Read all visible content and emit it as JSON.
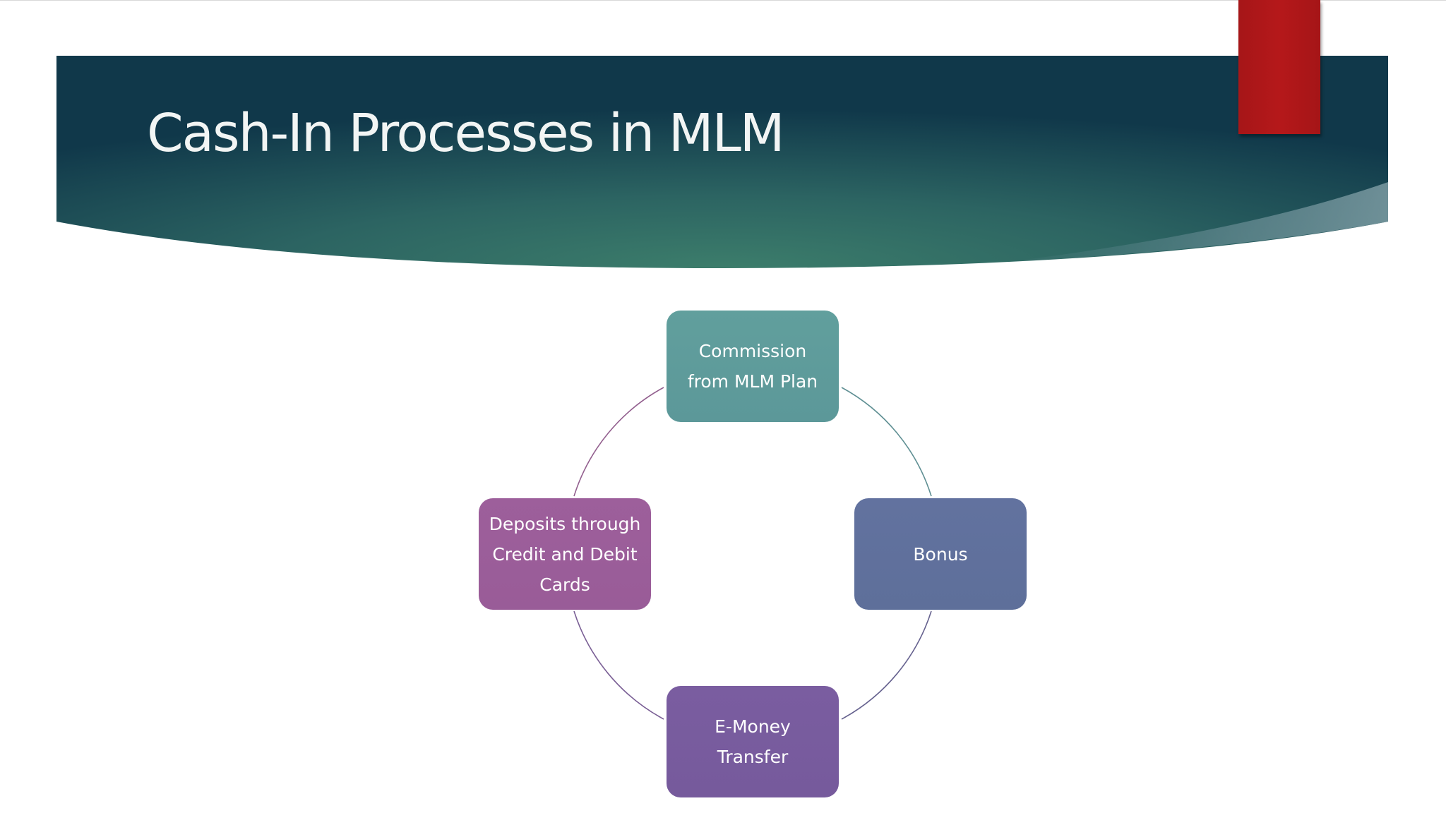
{
  "slide": {
    "title": "Cash-In Processes in MLM"
  },
  "colors": {
    "banner_dark": "#0f3a4a",
    "banner_mid": "#3a7a6a",
    "bookmark_red": "#b0181a",
    "node_teal": "#5f9c9b",
    "node_blue": "#60719d",
    "node_purple": "#7a5c9c",
    "node_magenta": "#9b5e9a"
  },
  "cycle": {
    "nodes": [
      {
        "id": "commission",
        "label": "Commission from MLM Plan",
        "color": "#5f9c9b",
        "icon": "none"
      },
      {
        "id": "bonus",
        "label": "Bonus",
        "color": "#60719d",
        "icon": "none"
      },
      {
        "id": "emoney",
        "label": "E-Money Transfer",
        "color": "#7a5c9c",
        "icon": "none"
      },
      {
        "id": "deposits",
        "label": "Deposits through Credit and Debit Cards",
        "color": "#9b5e9a",
        "icon": "none"
      }
    ]
  }
}
